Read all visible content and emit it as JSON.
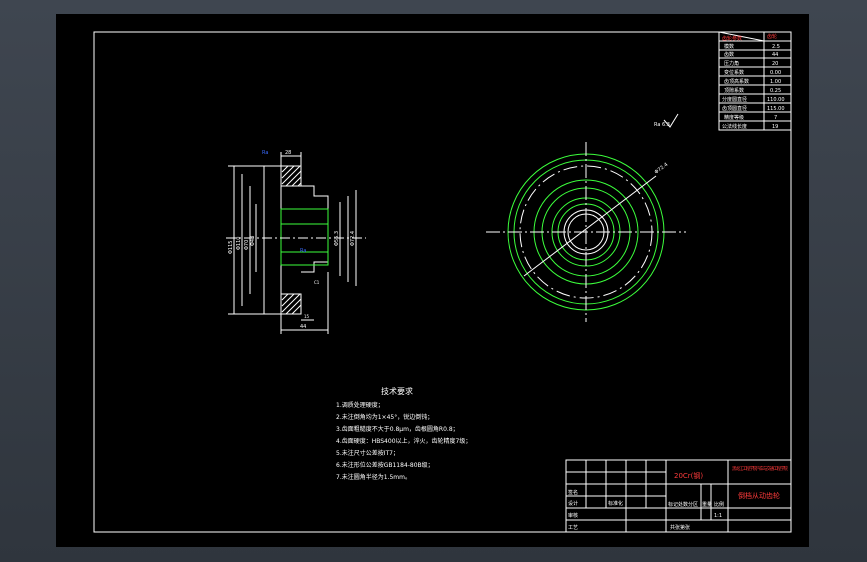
{
  "params_table": {
    "header_left": "齿轮参数",
    "header_right": "齿轮",
    "rows": [
      {
        "label": "模数",
        "value": "2.5"
      },
      {
        "label": "齿数",
        "value": "44"
      },
      {
        "label": "压力角",
        "value": "20"
      },
      {
        "label": "变位系数",
        "value": "0.00"
      },
      {
        "label": "齿顶高系数",
        "value": "1.00"
      },
      {
        "label": "顶隙系数",
        "value": "0.25"
      },
      {
        "label": "分度圆直径",
        "value": "110.00"
      },
      {
        "label": "齿顶圆直径",
        "value": "115.00"
      },
      {
        "label": "精度等级",
        "value": "7"
      },
      {
        "label": "公法线长度",
        "value": "19"
      }
    ]
  },
  "roughness_note": "Ra 6.3",
  "dimensions": {
    "d_outer": "Φ115",
    "d_pitch": "Φ110",
    "d_hub": "Φ70",
    "d_bore": "Φ48",
    "d_keyway": "Φ55.3",
    "d_circle": "Φ72.4",
    "width_top": "28",
    "width_bottom": "44",
    "chamfer": "C1",
    "hub_w": "15",
    "roughness_a": "Ra",
    "roughness_b": "Ra"
  },
  "tech": {
    "title": "技术要求",
    "lines": [
      "1.调质处理硬度；",
      "2.未注倒角均为1×45°，锐边倒钝；",
      "3.齿面粗糙度不大于0.8μm，齿根圆角R0.8；",
      "4.齿面硬度：HBS400以上，淬火，齿轮精度7级；",
      "5.未注尺寸公差按IT7；",
      "6.未注形位公差按GB1184-80B级；",
      "7.未注圆角半径为1.5mm。"
    ]
  },
  "title_block": {
    "part_name": "20Cr(钢)",
    "school": "黑龙江工程学院汽车与交通工程学院",
    "drawing_name": "倒档从动齿轮",
    "scale_label": "比例",
    "scale_value": "1:1",
    "weight_label": "重量",
    "sheet_label": "共张第张",
    "design_label": "设计",
    "check_label": "审核",
    "process_label": "工艺",
    "design_date_label": "标准化",
    "marks_label": "标记处数分区",
    "signature_label": "签名"
  },
  "colors": {
    "line": "#ffffff",
    "gear": "#3cff3c",
    "accent_red": "#ff3b3b",
    "accent_blue": "#3a6bff"
  }
}
